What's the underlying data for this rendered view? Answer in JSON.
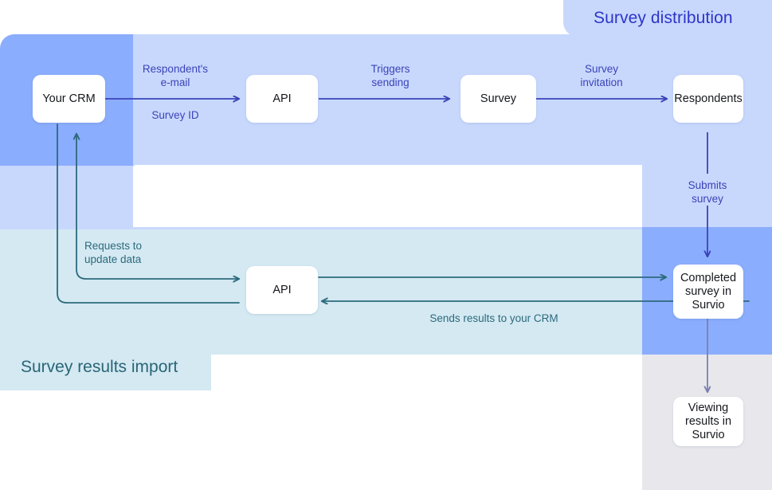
{
  "diagram": {
    "title_top": "Survey distribution",
    "title_bottom": "Survey results import",
    "colors": {
      "blue_dark": "#8badfd",
      "blue_light": "#c8d8fd",
      "cyan_light": "#d4e9f2",
      "grey": "#e8e8ec",
      "arrow_blue": "#3b43b8",
      "arrow_teal": "#2c6a7d",
      "text_blue": "#2e35c8",
      "text_teal": "#296577"
    }
  },
  "nodes": {
    "your_crm": "Your CRM",
    "api_top": "API",
    "survey": "Survey",
    "respondents": "Respondents",
    "completed_survey": "Completed survey in Survio",
    "api_bottom": "API",
    "viewing_results": "Viewing results in Survio"
  },
  "labels": {
    "respondents_email": "Respondent's\ne-mail",
    "survey_id": "Survey ID",
    "triggers_sending": "Triggers\nsending",
    "survey_invitation": "Survey\ninvitation",
    "submits_survey": "Submits\nsurvey",
    "requests_to_update_data": "Requests to\nupdate data",
    "sends_results": "Sends results to your CRM"
  }
}
